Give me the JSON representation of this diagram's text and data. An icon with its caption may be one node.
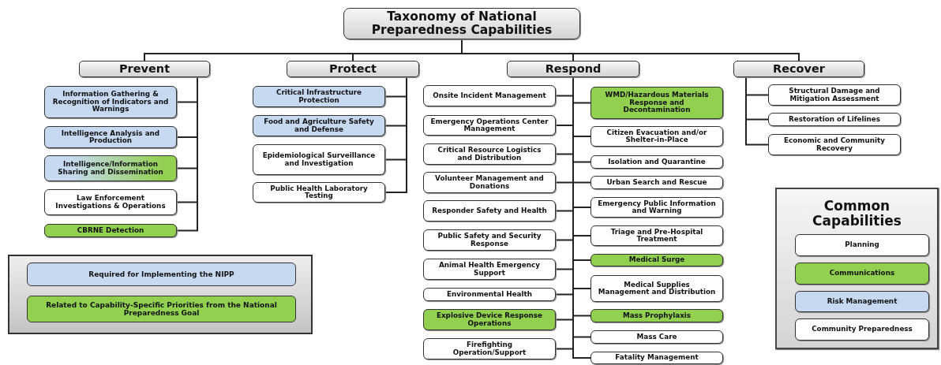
{
  "diagram": {
    "nodes": [
      {
        "text": [
          "Taxonomy of National Preparedness Capabilities"
        ]
      },
      {
        "text": [
          "Prevent"
        ]
      },
      {
        "text": [
          "Protect"
        ]
      },
      {
        "text": [
          "Respond"
        ]
      },
      {
        "text": [
          "Recover"
        ]
      },
      {
        "text": [
          "Information Gathering & Recognition of Indicators and Warnings"
        ]
      },
      {
        "text": [
          "Intelligence Analysis and Production"
        ]
      },
      {
        "text": [
          "Intelligence/Information Sharing and Dissemination"
        ]
      },
      {
        "text": [
          "Law Enforcement Investigations & Operations"
        ]
      },
      {
        "text": [
          "CBRNE Detection"
        ]
      },
      {
        "text": [
          "Critical Infrastructure Protection"
        ]
      },
      {
        "text": [
          "Food and Agriculture Safety and Defense"
        ]
      },
      {
        "text": [
          "Epidemiological Surveillance and Investigation"
        ]
      },
      {
        "text": [
          "Public Health Laboratory Testing"
        ]
      },
      {
        "text": [
          "Onsite Incident Management"
        ]
      },
      {
        "text": [
          "Emergency Operations Center Management"
        ]
      },
      {
        "text": [
          "Critical Resource Logistics and Distribution"
        ]
      },
      {
        "text": [
          "Volunteer Management and Donations"
        ]
      },
      {
        "text": [
          "Responder Safety and Health"
        ]
      },
      {
        "text": [
          "Public Safety and Security Response"
        ]
      },
      {
        "text": [
          "Animal Health Emergency Support"
        ]
      },
      {
        "text": [
          "Environmental Health"
        ]
      },
      {
        "text": [
          "Explosive Device Response Operations"
        ]
      },
      {
        "text": [
          "Firefighting Operation/Support"
        ]
      },
      {
        "text": [
          "WMD/Hazardous Materials Response and Decontamination"
        ]
      },
      {
        "text": [
          "Citizen Evacuation and/or Shelter-in-Place"
        ]
      },
      {
        "text": [
          "Isolation and Quarantine"
        ]
      },
      {
        "text": [
          "Urban Search and Rescue"
        ]
      },
      {
        "text": [
          "Emergency Public Information and Warning"
        ]
      },
      {
        "text": [
          "Triage and Pre-Hospital Treatment"
        ]
      },
      {
        "text": [
          "Medical Surge"
        ]
      },
      {
        "text": [
          "Medical Supplies Management and Distribution"
        ]
      },
      {
        "text": [
          "Mass Prophylaxis"
        ]
      },
      {
        "text": [
          "Mass Care"
        ]
      },
      {
        "text": [
          "Fatality Management"
        ]
      },
      {
        "text": [
          "Structural Damage and Mitigation Assessment"
        ]
      },
      {
        "text": [
          "Restoration of Lifelines"
        ]
      },
      {
        "text": [
          "Economic and Community Recovery"
        ]
      },
      {
        "text": [
          "Common Capabilities"
        ]
      },
      {
        "text": [
          "Planning"
        ],
        "in": 38
      },
      {
        "text": [
          "Communications"
        ],
        "in": 38
      },
      {
        "text": [
          "Risk Management"
        ],
        "in": 38
      },
      {
        "text": [
          "Community Preparedness"
        ],
        "in": 38
      }
    ],
    "edges": [
      {
        "from": 0,
        "to": 1,
        "arrow": "none"
      },
      {
        "from": 0,
        "to": 2,
        "arrow": "none"
      },
      {
        "from": 0,
        "to": 3,
        "arrow": "none"
      },
      {
        "from": 0,
        "to": 4,
        "arrow": "none"
      },
      {
        "from": 1,
        "to": 5,
        "arrow": "none"
      },
      {
        "from": 1,
        "to": 6,
        "arrow": "none"
      },
      {
        "from": 1,
        "to": 7,
        "arrow": "none"
      },
      {
        "from": 1,
        "to": 8,
        "arrow": "none"
      },
      {
        "from": 1,
        "to": 9,
        "arrow": "none"
      },
      {
        "from": 2,
        "to": 10,
        "arrow": "none"
      },
      {
        "from": 2,
        "to": 11,
        "arrow": "none"
      },
      {
        "from": 2,
        "to": 12,
        "arrow": "none"
      },
      {
        "from": 2,
        "to": 13,
        "arrow": "none"
      },
      {
        "from": 3,
        "to": 14,
        "arrow": "none"
      },
      {
        "from": 3,
        "to": 15,
        "arrow": "none"
      },
      {
        "from": 3,
        "to": 16,
        "arrow": "none"
      },
      {
        "from": 3,
        "to": 17,
        "arrow": "none"
      },
      {
        "from": 3,
        "to": 18,
        "arrow": "none"
      },
      {
        "from": 3,
        "to": 19,
        "arrow": "none"
      },
      {
        "from": 3,
        "to": 20,
        "arrow": "none"
      },
      {
        "from": 3,
        "to": 21,
        "arrow": "none"
      },
      {
        "from": 3,
        "to": 22,
        "arrow": "none"
      },
      {
        "from": 3,
        "to": 23,
        "arrow": "none"
      },
      {
        "from": 3,
        "to": 24,
        "arrow": "none"
      },
      {
        "from": 3,
        "to": 25,
        "arrow": "none"
      },
      {
        "from": 3,
        "to": 26,
        "arrow": "none"
      },
      {
        "from": 3,
        "to": 27,
        "arrow": "none"
      },
      {
        "from": 3,
        "to": 28,
        "arrow": "none"
      },
      {
        "from": 3,
        "to": 29,
        "arrow": "none"
      },
      {
        "from": 3,
        "to": 30,
        "arrow": "none"
      },
      {
        "from": 3,
        "to": 31,
        "arrow": "none"
      },
      {
        "from": 3,
        "to": 32,
        "arrow": "none"
      },
      {
        "from": 3,
        "to": 33,
        "arrow": "none"
      },
      {
        "from": 3,
        "to": 34,
        "arrow": "none"
      },
      {
        "from": 4,
        "to": 35,
        "arrow": "none"
      },
      {
        "from": 4,
        "to": 36,
        "arrow": "none"
      },
      {
        "from": 4,
        "to": 37,
        "arrow": "none"
      }
    ],
    "legend": [
      {
        "text": "Required for Implementing the NIPP",
        "color": "#c6d9f1"
      },
      {
        "text": "Related to Capability-Specific Priorities from the National Preparedness Goal",
        "color": "#92d050"
      }
    ]
  }
}
